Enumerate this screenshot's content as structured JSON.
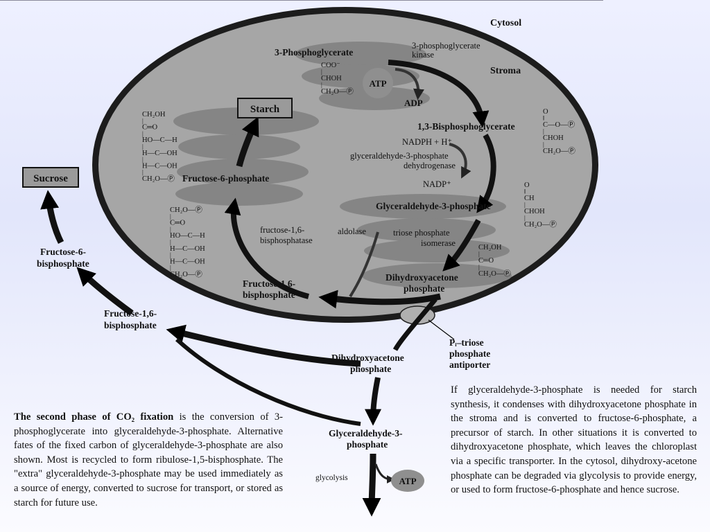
{
  "compartments": {
    "cytosol": "Cytosol",
    "stroma": "Stroma"
  },
  "boxes": {
    "starch": "Starch",
    "sucrose": "Sucrose"
  },
  "molecules": {
    "pg3": "3-Phosphoglycerate",
    "bpg13": "1,3-Bisphosphoglycerate",
    "g3p_stroma": "Glyceraldehyde-3-phosphate",
    "dhap_stroma_1": "Dihydroxyacetone",
    "dhap_stroma_2": "phosphate",
    "f16bp_stroma_1": "Fructose-1,6-",
    "f16bp_stroma_2": "bisphosphate",
    "f6p_stroma": "Fructose-6-phosphate",
    "f6bp_cyt_1": "Fructose-6-",
    "f6bp_cyt_2": "bisphosphate",
    "f16bp_cyt_1": "Fructose-1,6-",
    "f16bp_cyt_2": "bisphosphate",
    "dhap_cyt_1": "Dihydroxyacetone",
    "dhap_cyt_2": "phosphate",
    "g3p_cyt_1": "Glyceraldehyde-3-",
    "g3p_cyt_2": "phosphate"
  },
  "enzymes": {
    "pgk_1": "3-phosphoglycerate",
    "pgk_2": "kinase",
    "gapdh_1": "glyceraldehyde-3-phosphate",
    "gapdh_2": "dehydrogenase",
    "fbpase_1": "fructose-1,6-",
    "fbpase_2": "bisphosphatase",
    "aldolase": "aldolase",
    "tpi_1": "triose phosphate",
    "tpi_2": "isomerase",
    "glycolysis": "glycolysis"
  },
  "cofactors": {
    "atp": "ATP",
    "adp": "ADP",
    "nadph": "NADPH + H⁺",
    "nadp": "NADP⁺",
    "atp2": "ATP"
  },
  "antiporter": {
    "line1": "Pᵢ–triose",
    "line2": "phosphate",
    "line3": "antiporter"
  },
  "structures": {
    "pg3": [
      "COO⁻",
      "|",
      "CHOH",
      "|",
      "CH₂O—Ⓟ"
    ],
    "bpg13": [
      "O",
      "‖",
      "C—O—Ⓟ",
      "|",
      "CHOH",
      "|",
      "CH₂O—Ⓟ"
    ],
    "g3p": [
      "O",
      "‖",
      "CH",
      "|",
      "CHOH",
      "|",
      "CH₂O—Ⓟ"
    ],
    "dhap": [
      "CH₂OH",
      "|",
      "C═O",
      "|",
      "CH₂O—Ⓟ"
    ],
    "f6p": [
      "CH₂OH",
      "|",
      "C═O",
      "|",
      "HO—C—H",
      "|",
      "H—C—OH",
      "|",
      "H—C—OH",
      "|",
      "CH₂O—Ⓟ"
    ],
    "f16bp": [
      "CH₂O—Ⓟ",
      "|",
      "C═O",
      "|",
      "HO—C—H",
      "|",
      "H—C—OH",
      "|",
      "H—C—OH",
      "|",
      "CH₂O—Ⓟ"
    ]
  },
  "captions": {
    "left_bold": "The second phase of CO₂ fixation",
    "left_text": " is the conversion of 3-phosphoglycerate into glyceraldehyde-3-phosphate. Alternative fates of the fixed carbon of glyceraldehyde-3-phosphate are also shown. Most is recycled to form ribulose-1,5-bisphosphate. The \"extra\" glyceraldehyde-3-phosphate may be used immediately as a source of energy, converted to sucrose for transport, or stored as starch for future use.",
    "right_text": "If glyceraldehyde-3-phosphate is needed for starch synthesis, it condenses with dihydroxyacetone phosphate in the stroma and is converted to fructose-6-phosphate, a precursor of starch. In other situations it is converted to dihydroxyacetone phosphate, which leaves the chloroplast via a specific transporter. In the cytosol, dihydroxy-acetone phosphate can be degraded via glycolysis to provide energy, or used to form fructose-6-phosphate and hence sucrose."
  },
  "colors": {
    "stroma": "#a6a6a6",
    "blob": "#858585",
    "membrane": "#222222",
    "box": "#9a9a9a",
    "atp_disc": "#8f8f8f"
  }
}
